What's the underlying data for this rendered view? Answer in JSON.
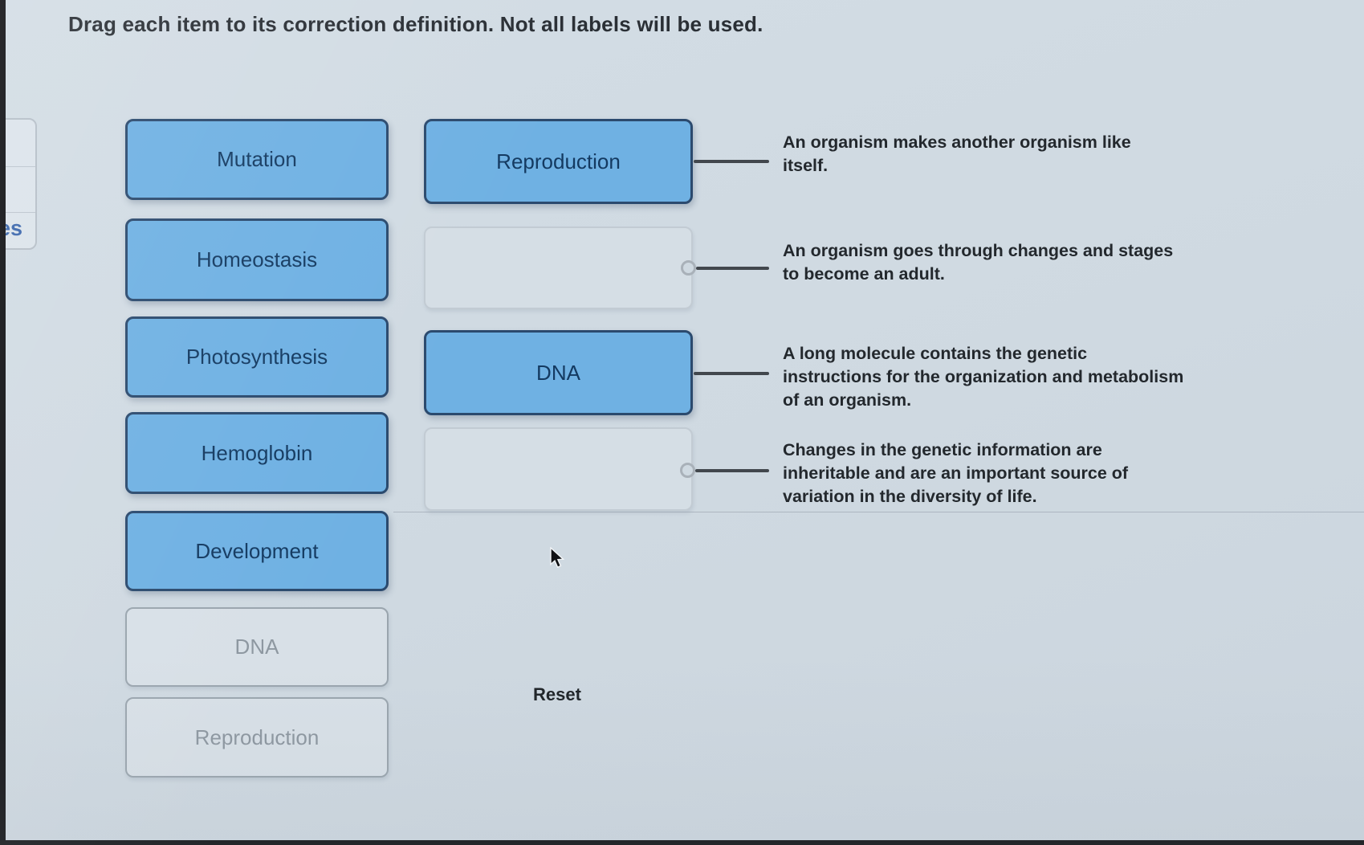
{
  "title": "Drag each item to its correction definition. Not all labels will be used.",
  "side_panel": {
    "partial_label": "es"
  },
  "label_bank": [
    {
      "text": "Mutation",
      "state": "available"
    },
    {
      "text": "Homeostasis",
      "state": "available"
    },
    {
      "text": "Photosynthesis",
      "state": "available"
    },
    {
      "text": "Hemoglobin",
      "state": "available"
    },
    {
      "text": "Development",
      "state": "available"
    },
    {
      "text": "DNA",
      "state": "used"
    },
    {
      "text": "Reproduction",
      "state": "used"
    }
  ],
  "drop_zones": [
    {
      "index": 1,
      "value": "Reproduction",
      "filled": true
    },
    {
      "index": 2,
      "value": "",
      "filled": false
    },
    {
      "index": 3,
      "value": "DNA",
      "filled": true
    },
    {
      "index": 4,
      "value": "",
      "filled": false
    }
  ],
  "definitions": [
    {
      "text": "An organism makes another organism like\nitself."
    },
    {
      "text": "An organism goes through changes and stages\nto become an adult."
    },
    {
      "text": "A long molecule contains the genetic\ninstructions for the organization and metabolism\nof an organism."
    },
    {
      "text": "Changes in the genetic information are\ninheritable and are an important source of\nvariation in the diversity of life."
    }
  ],
  "reset_button": {
    "label": "Reset"
  },
  "colors": {
    "page_bg": "#cfd9e1",
    "label_fill": "#6fb1e3",
    "label_border": "#2b4a6e",
    "label_text": "#143a61",
    "used_fill": "#d8e0e7",
    "used_border": "#9aa5ae",
    "used_text": "#8d97a0",
    "empty_zone_border": "#c2cbd3",
    "empty_zone_fill": "#d5dee5",
    "connector": "#42474d",
    "definition_text": "#23282d",
    "title_text": "#2a2f35",
    "fragment_text": "#3b67ac"
  }
}
